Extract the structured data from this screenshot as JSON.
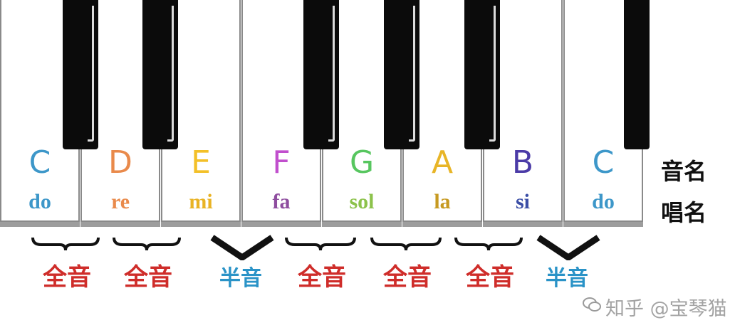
{
  "keys": [
    {
      "note": "C",
      "solfege": "do",
      "color": "#3d97c9",
      "solfege_color": "#3d97c9"
    },
    {
      "note": "D",
      "solfege": "re",
      "color": "#e98a4b",
      "solfege_color": "#e98a4b"
    },
    {
      "note": "E",
      "solfege": "mi",
      "color": "#f3c028",
      "solfege_color": "#e9b324"
    },
    {
      "note": "F",
      "solfege": "fa",
      "color": "#c14fcd",
      "solfege_color": "#8e4d9f"
    },
    {
      "note": "G",
      "solfege": "sol",
      "color": "#57c65f",
      "solfege_color": "#8cc24b"
    },
    {
      "note": "A",
      "solfege": "la",
      "color": "#e8b527",
      "solfege_color": "#c79a21"
    },
    {
      "note": "B",
      "solfege": "si",
      "color": "#4b3ba7",
      "solfege_color": "#3b4ea6"
    },
    {
      "note": "C",
      "solfege": "do",
      "color": "#3d97c9",
      "solfege_color": "#3d97c9"
    }
  ],
  "row_labels": {
    "note_name": "音名",
    "singing_name": "唱名"
  },
  "intervals": [
    {
      "label": "全音",
      "type": "whole",
      "color": "#cf2d2a"
    },
    {
      "label": "全音",
      "type": "whole",
      "color": "#cf2d2a"
    },
    {
      "label": "半音",
      "type": "half",
      "color": "#2a93c7"
    },
    {
      "label": "全音",
      "type": "whole",
      "color": "#cf2d2a"
    },
    {
      "label": "全音",
      "type": "whole",
      "color": "#cf2d2a"
    },
    {
      "label": "全音",
      "type": "whole",
      "color": "#cf2d2a"
    },
    {
      "label": "半音",
      "type": "half",
      "color": "#2a93c7"
    }
  ],
  "watermark": "知乎 @宝琴猫"
}
